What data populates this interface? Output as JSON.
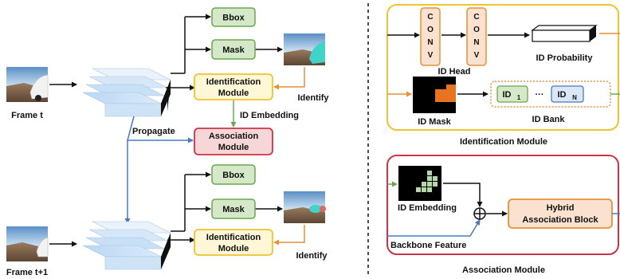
{
  "left": {
    "frame_t": "Frame t",
    "frame_t1": "Frame t+1",
    "bbox_top": "Bbox",
    "mask_top": "Mask",
    "ident_top_line1": "Identification",
    "ident_top_line2": "Module",
    "identify_top": "Identify",
    "id_embedding": "ID Embedding",
    "propagate": "Propagate",
    "assoc_line1": "Association",
    "assoc_line2": "Module",
    "bbox_bot": "Bbox",
    "mask_bot": "Mask",
    "ident_bot_line1": "Identification",
    "ident_bot_line2": "Module",
    "identify_bot": "Identify"
  },
  "id_module": {
    "conv_letters": [
      "C",
      "O",
      "N",
      "V"
    ],
    "id_head": "ID Head",
    "id_probability": "ID Probability",
    "id_mask": "ID Mask",
    "id1": "ID",
    "id1_sub": "1",
    "ellipsis": "···",
    "idn": "ID",
    "idn_sub": "N",
    "id_bank": "ID Bank",
    "title": "Identification Module"
  },
  "assoc_module": {
    "id_embedding": "ID Embedding",
    "hybrid_line1": "Hybrid",
    "hybrid_line2": "Association Block",
    "backbone_feature": "Backbone Feature",
    "title": "Association Module"
  },
  "colors": {
    "green_fill": "#d5e8c8",
    "green_stroke": "#6aa84f",
    "yellow_fill": "#fff7d6",
    "yellow_stroke": "#f1c232",
    "red_fill": "#f7d6d7",
    "red_stroke": "#cc3344",
    "orange_fill": "#fbe1cf",
    "orange_stroke": "#e69138",
    "blue_line": "#4a78c2",
    "orange_line": "#e69138",
    "green_line": "#6aa84f"
  }
}
